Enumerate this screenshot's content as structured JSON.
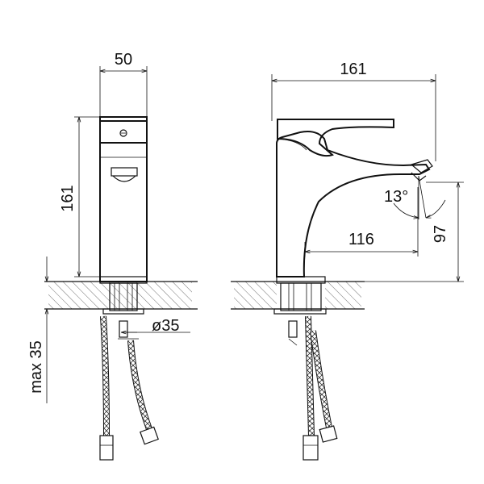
{
  "dimensions": {
    "front_width": "50",
    "front_height": "161",
    "side_length": "161",
    "spout_reach": "116",
    "spout_height": "97",
    "spout_angle": "13°",
    "hole_diameter": "ø35",
    "max_counter_thickness": "max 35"
  }
}
